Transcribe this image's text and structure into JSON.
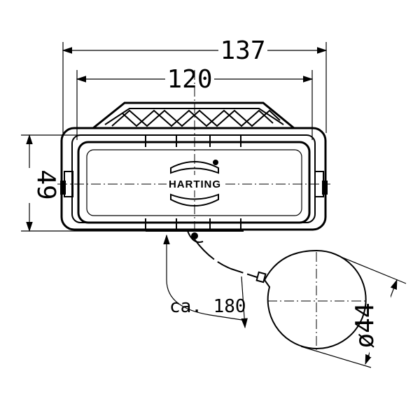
{
  "drawing": {
    "logo_text": "HARTING",
    "dimensions": {
      "overall_width": "137",
      "inner_width": "120",
      "height": "49",
      "cable_length": "ca. 180",
      "ring_diameter": "ø44"
    }
  }
}
